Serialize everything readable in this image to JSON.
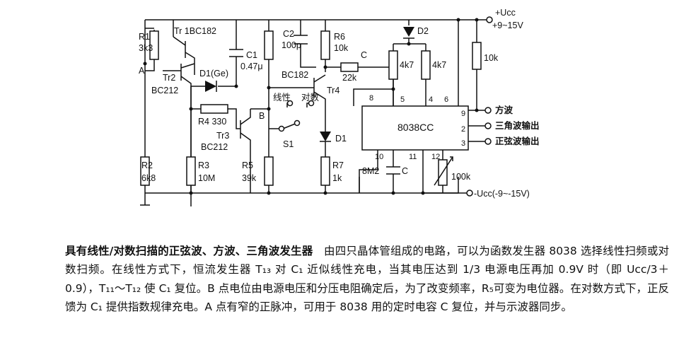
{
  "labels": {
    "ucc_pos": "+Ucc",
    "ucc_pos_range": "+9~15V",
    "ucc_neg": "-Ucc(-9~-15V)",
    "r1": "R1",
    "r1_val": "3k3",
    "tr1": "Tr 1BC182",
    "point_a": "A",
    "tr2": "Tr2",
    "tr2_type": "BC212",
    "c1": "C1",
    "c1_val": "0.47μ",
    "d1ge": "D1(Ge)",
    "r4": "R4  330",
    "tr3": "Tr3",
    "tr3_type": "BC212",
    "r2": "R2",
    "r2_val": "6k8",
    "r3": "R3",
    "r3_val": "10M",
    "r5": "R5",
    "r5_val": "39k",
    "point_b": "B",
    "linear": "线性",
    "log": "对数",
    "s1": "S1",
    "c2": "C2",
    "c2_val": "100p",
    "r6": "R6",
    "r6_val": "10k",
    "bc182": "BC182",
    "tr4": "Tr4",
    "r22k": "22k",
    "cap_c": "C",
    "d1": "D1",
    "r7": "R7",
    "r7_val": "1k",
    "d2": "D2",
    "r4k7a": "4k7",
    "r4k7b": "4k7",
    "r10k": "10k",
    "ic": "8038CC",
    "pin5": "5",
    "pin4": "4",
    "pin6": "6",
    "pin8": "8",
    "pin9": "9",
    "pin2": "2",
    "pin3": "3",
    "pin10": "10",
    "pin11": "11",
    "pin12": "12",
    "r8m2": "8M2",
    "c_timing": "C",
    "pot100k": "100k",
    "out_square": "方波",
    "out_triangle": "三角波输出",
    "out_sine": "正弦波输出"
  },
  "caption": {
    "title": "具有线性/对数扫描的正弦波、方波、三角波发生器",
    "body": "由四只晶体管组成的电路，可以为函数发生器 8038 选择线性扫频或对数扫频。在线性方式下，恒流发生器 T₁₃ 对 C₁ 近似线性充电，当其电压达到 1/3 电源电压再加 0.9V 时（即 Ucc/3＋0.9），T₁₁～T₁₂ 使 C₁ 复位。B 点电位由电源电压和分压电阻确定后，为了改变频率，R₅可变为电位器。在对数方式下，正反馈为 C₁ 提供指数规律充电。A 点有窄的正脉冲，可用于 8038 用的定时电容 C 复位，并与示波器同步。"
  }
}
